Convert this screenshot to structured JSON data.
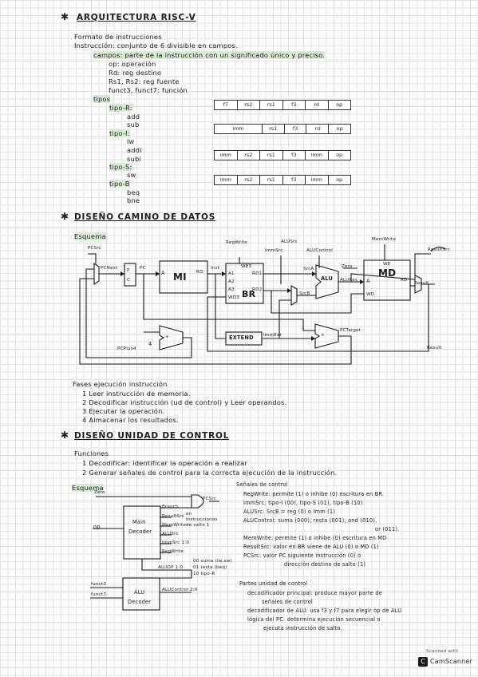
{
  "s1": {
    "title": "ARQUITECTURA RISC-V",
    "l1": "Formato de instrucciones",
    "l2": "Instrucción: conjunto de 6 divisible en campos.",
    "l3": "campos: parte de la instrucción con un significado único y preciso.",
    "l4": "op: operación",
    "l5": "Rd: reg destino",
    "l6": "Rs1, Rs2: reg fuente",
    "l7": "funct3, funct7: función",
    "tipos": "tipos",
    "tipoR": "tipo-R:",
    "add": "add",
    "sub": "sub",
    "tipoI": "tipo-I:",
    "lw": "lw",
    "addi": "addi",
    "subi": "subi",
    "tipoS": "tipo-S:",
    "sw": "sw",
    "tipoB": "tipo-B",
    "beq": "beq",
    "bne": "bne",
    "fR": [
      "f7",
      "rs2",
      "rs1",
      "f3",
      "rd",
      "op"
    ],
    "fI": [
      "imm",
      "rs1",
      "f3",
      "rd",
      "op"
    ],
    "fS": [
      "imm",
      "rs2",
      "rs1",
      "f3",
      "imm",
      "op"
    ],
    "fB": [
      "imm",
      "rs2",
      "rs1",
      "f3",
      "imm",
      "op"
    ]
  },
  "s2": {
    "title": "DISEÑO CAMINO DE DATOS",
    "esquema": "Esquema",
    "pcsrc": "PCSrc",
    "pcnext": "PCNext",
    "pc": "PC",
    "pcbox": "P C",
    "mi": "MI",
    "rd": "RD",
    "a": "A",
    "inst": "Inst",
    "we3": "WE3",
    "a1": "A1",
    "a2": "A2",
    "a3": "A3",
    "rd1": "RD1",
    "rd2": "RD2",
    "wd3": "WD3",
    "br": "BR",
    "regwrite": "RegWrite",
    "alusrc": "ALUSrc",
    "immsrc": "ImmSrc",
    "alucontrol": "ALUControl",
    "srca": "SrcA",
    "srcb": "SrcB",
    "zero": "Zero",
    "alu": "ALU",
    "alures": "ALURes",
    "memwrite": "MemWrite",
    "we": "WE",
    "md": "MD",
    "wd": "WD",
    "resultsrc": "ResultSrc",
    "result": "Result",
    "extend": "EXTEND",
    "immext": "ImmExt",
    "pctarget": "PCTarget",
    "pcplus4": "PCPlus4",
    "four": "4",
    "plus": "+"
  },
  "s3": {
    "fases": "Fases ejecución instrucción",
    "f1": "1 Leer instrucción de memoria.",
    "f2": "2 Decodificar instrucción (ud de control) y Leer operandos.",
    "f3": "3 Ejecutar la operación.",
    "f4": "4 Almacenar los resultados."
  },
  "s4": {
    "title": "DISEÑO UNIDAD DE CONTROL",
    "funciones": "Funciones",
    "fn1": "1 Decodificar: identificar la operación a realizar",
    "fn2": "2 Generar señales de control para la correcta ejecución de la instrucción.",
    "esquema": "Esquema",
    "zero": "Zero",
    "op": "op",
    "main": "Main",
    "decoder": "Decoder",
    "branch": "Branch",
    "saltos": "en instrucciones de salto 1",
    "resultsrc": "ResultSrc",
    "memwrite": "MemWrite",
    "alusrc": "ALUSrc",
    "immsrc": "ImmSrc 1:0",
    "regwrite": "RegWrite",
    "aluop": "ALUOP 1:0",
    "aluop_n1": "00 suma (lw,sw)",
    "aluop_n2": "01 resta (beq)",
    "aluop_n3": "10 tipo-R",
    "funct3": "funct3",
    "funct7": "funct7",
    "alu": "ALU",
    "aludecoder": "Decoder",
    "alucontrol": "ALUControl 2:0",
    "pcsrc": "PCSrc",
    "senales_title": "Señales de control",
    "sg1": "RegWrite: permite (1) o inhibe (0) escritura en BR.",
    "sg2": "ImmSrc: tipo-I (00), tipo-S (01), tipo-B (10)",
    "sg3": "ALUSrc: SrcB = reg (0) o Imm (1)",
    "sg4": "ALUControl: suma (000), resta (001), and (010),",
    "sg4b": "or (011).",
    "sg5": "MemWrite: permite (1) o inhibe (0) escritura en MD",
    "sg6": "ResultSrc: valor en BR viene de ALU (0) o MD (1)",
    "sg7": "PCSrc: valor PC siguiente instrucción (0) o",
    "sg7b": "dirección destino de salto (1)",
    "partes": "Partes unidad de control",
    "p1": "decodificador principal: produce mayor parte de",
    "p1b": "señales de control",
    "p2": "decodificador de ALU: usa f3 y f7 para elegir op de ALU",
    "p3": "lógica del PC: determina ejecución secuencial o",
    "p3b": "ejecuta instrucción de salto."
  },
  "scanner": {
    "line1": "Scanned with",
    "line2": "CamScanner"
  }
}
